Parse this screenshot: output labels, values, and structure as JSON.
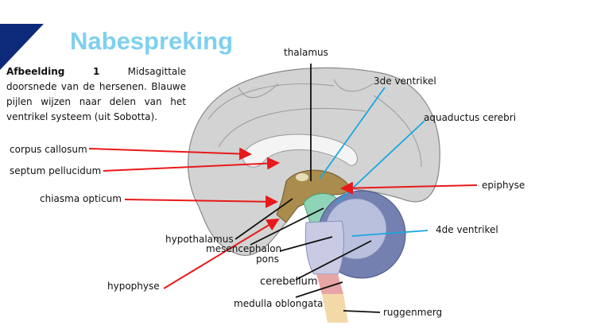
{
  "slide": {
    "title": "Nabespreking",
    "caption_bold": "Afbeelding 1",
    "caption_text": " Midsagittale doorsnede van de hersenen. Blauwe pijlen wijzen naar delen van het ventrikel systeem (uit Sobotta).",
    "accent_color": "#0d2a7a",
    "title_color": "#7fd0ef"
  },
  "labels": {
    "thalamus": "thalamus",
    "third_ventricle": "3de ventrikel",
    "aqueduct": "aquaductus cerebri",
    "epiphyse": "epiphyse",
    "fourth_ventricle": "4de ventrikel",
    "corpus_callosum": "corpus callosum",
    "septum": "septum pellucidum",
    "chiasma": "chiasma opticum",
    "hypothalamus": "hypothalamus",
    "mesencephalon": "mesencephalon",
    "pons": "pons",
    "hypophyse": "hypophyse",
    "cerebellum": "cerebellum",
    "medulla": "medulla oblongata",
    "ruggenmerg": "ruggenmerg"
  },
  "colors": {
    "red_arrow": "#e8191a",
    "blue_arrow": "#1aa7e0",
    "black_line": "#111111"
  }
}
